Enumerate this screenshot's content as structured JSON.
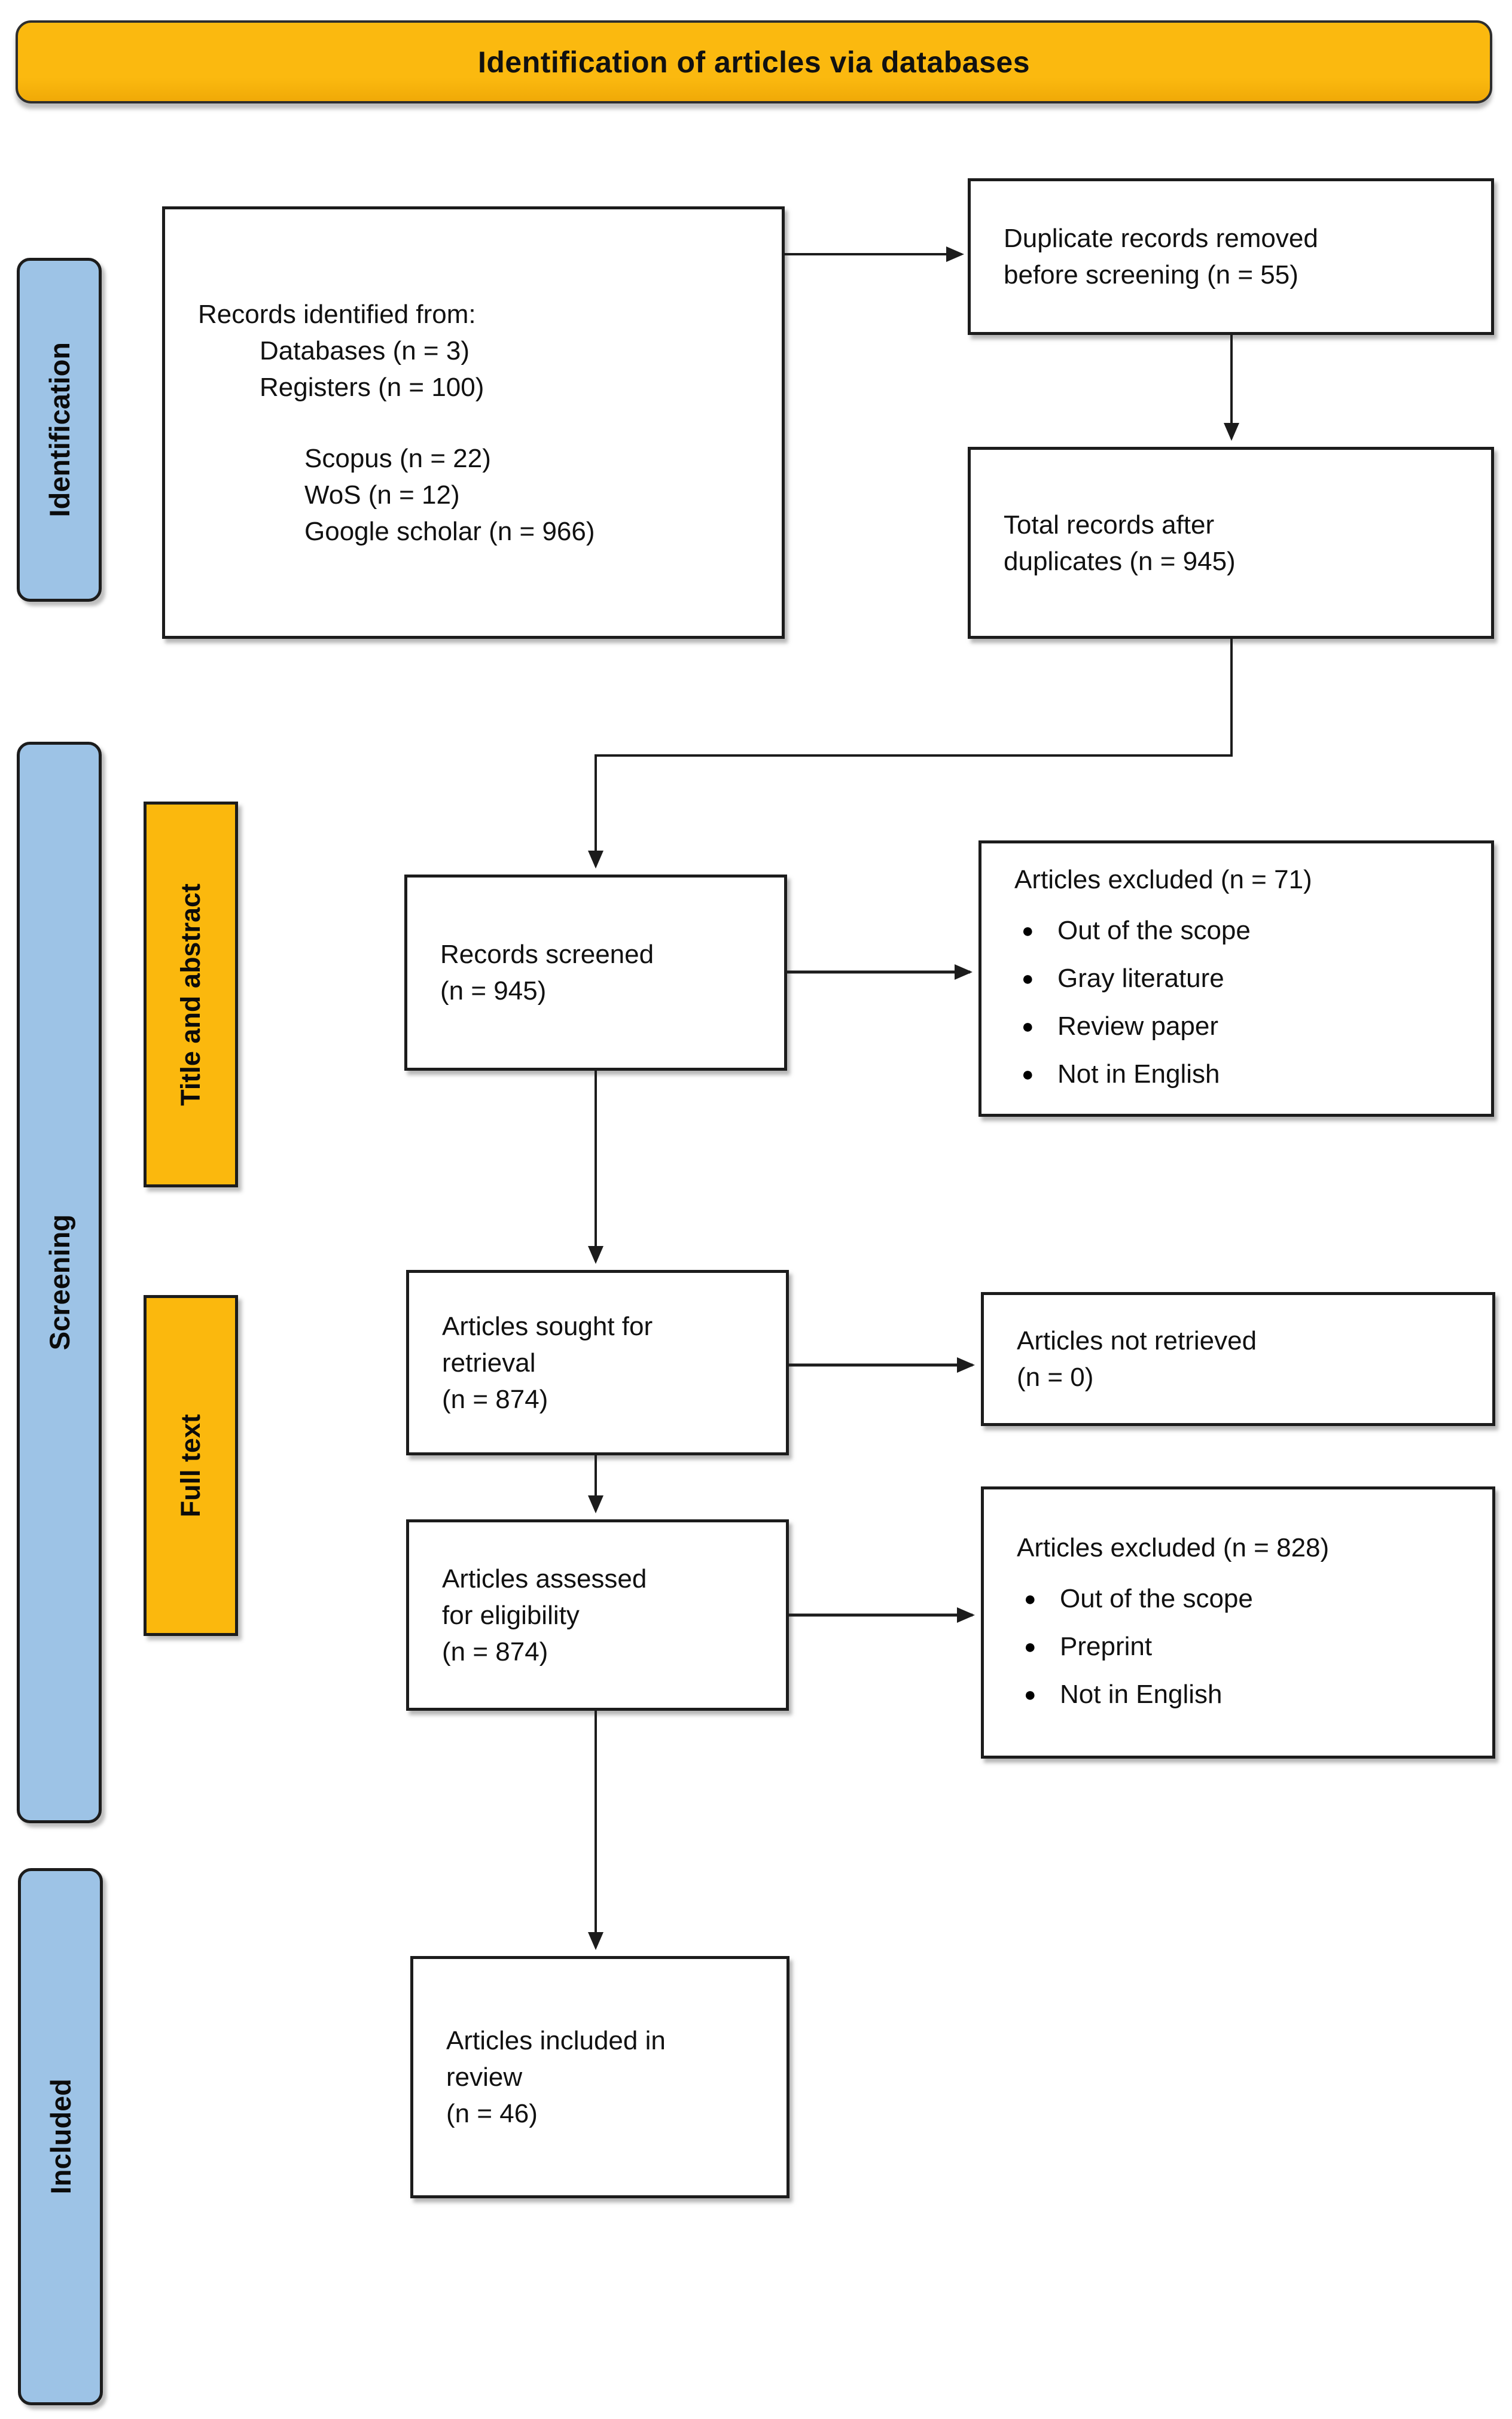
{
  "colors": {
    "banner_yellow": "#FBB90F",
    "label_yellow": "#FBB80D",
    "stage_blue": "#9DC3E6",
    "box_border": "#1C1C1C"
  },
  "banner": {
    "title": "Identification of articles via databases"
  },
  "stages": {
    "identification": "Identification",
    "screening": "Screening",
    "included": "Included"
  },
  "phase_labels": {
    "title_abstract": "Title and abstract",
    "full_text": "Full text"
  },
  "boxes": {
    "records_identified": {
      "lines": [
        "Records identified from:",
        "Databases (n = 3)",
        "Registers (n = 100)",
        "Scopus (n = 22)",
        "WoS (n = 12)",
        "Google scholar (n = 966)"
      ]
    },
    "duplicates_removed": {
      "lines": [
        "Duplicate records removed",
        "before screening (n = 55)"
      ]
    },
    "total_after_duplicates": {
      "lines": [
        "Total records after",
        "duplicates (n = 945)"
      ]
    },
    "records_screened": {
      "lines": [
        "Records screened",
        "(n = 945)"
      ]
    },
    "articles_excluded_screening": {
      "title": "Articles excluded (n = 71)",
      "bullets": [
        "Out of the scope",
        "Gray literature",
        "Review paper",
        "Not in English"
      ]
    },
    "articles_sought": {
      "lines": [
        "Articles sought for",
        "retrieval",
        "(n = 874)"
      ]
    },
    "articles_not_retrieved": {
      "lines": [
        "Articles not retrieved",
        "(n = 0)"
      ]
    },
    "articles_assessed": {
      "lines": [
        "Articles assessed",
        "for eligibility",
        "(n = 874)"
      ]
    },
    "articles_excluded_fulltext": {
      "title": "Articles excluded (n = 828)",
      "bullets": [
        "Out of the scope",
        "Preprint",
        "Not in English"
      ]
    },
    "articles_included": {
      "lines": [
        "Articles included in",
        "review",
        "(n = 46)"
      ]
    }
  }
}
